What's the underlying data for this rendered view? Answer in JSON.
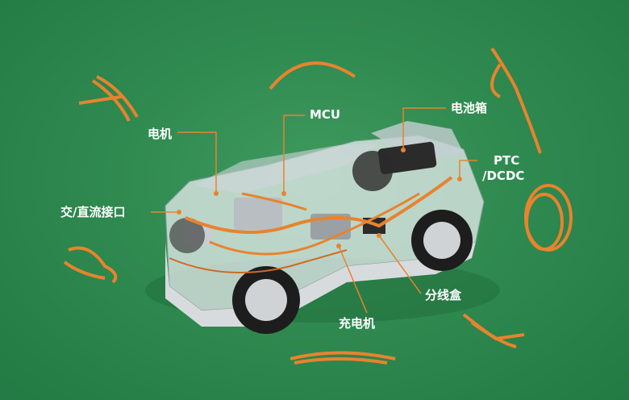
{
  "labels": {
    "motor": "电机",
    "mcu": "MCU",
    "battery_box": "电池箱",
    "ptc": "PTC",
    "dcdc": "/DCDC",
    "ac_dc_port": "交/直流接口",
    "junction_box": "分线盒",
    "charger": "充电机"
  },
  "colors": {
    "background": "#2f8a50",
    "harness": "#e8832e",
    "leader_line": "#e8832e",
    "label": "#ffffff"
  }
}
